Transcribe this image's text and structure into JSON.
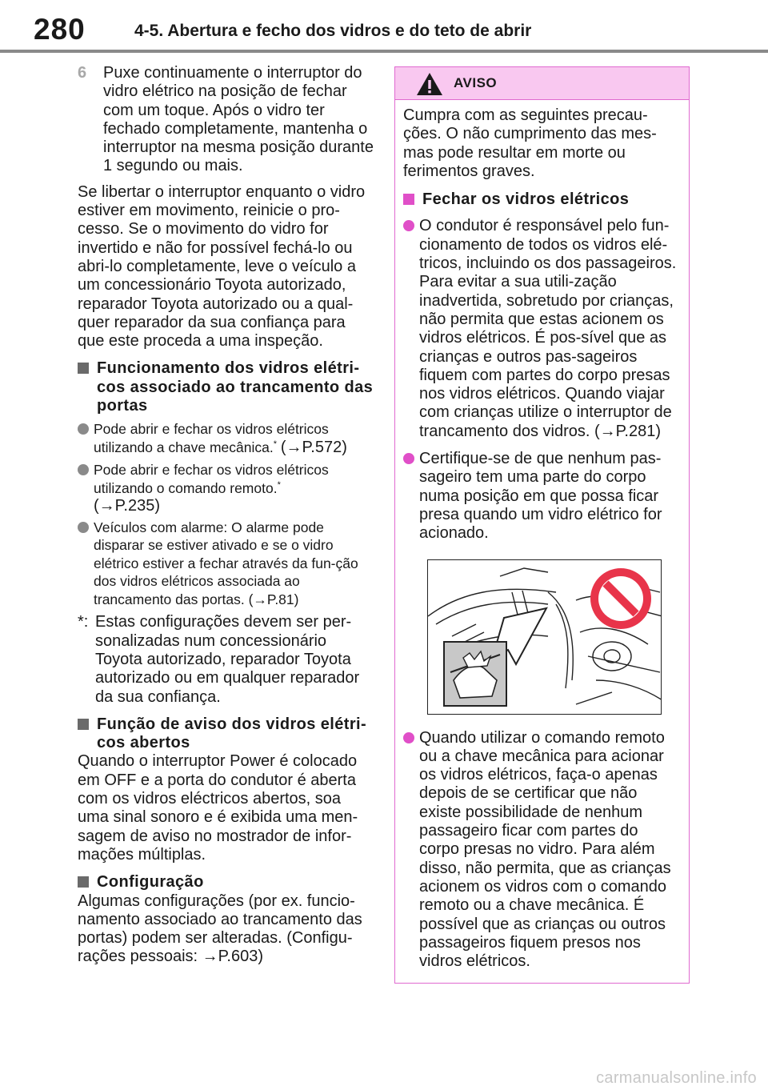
{
  "header": {
    "page_number": "280",
    "section_title": "4-5. Abertura e fecho dos vidros e do teto de abrir"
  },
  "left": {
    "step6": {
      "number": "6",
      "text": "Puxe continuamente o interruptor do vidro elétrico na posição de fechar com um toque. Após o vidro ter fechado completamente, mantenha o interruptor na mesma posição durante 1 segundo ou mais."
    },
    "para1": "Se libertar o interruptor enquanto o vidro estiver em movimento, reinicie o pro-cesso. Se o movimento do vidro for invertido e não for possível fechá-lo ou abri-lo completamente, leve o veículo a um concessionário Toyota autorizado, reparador Toyota autorizado ou a qual-quer reparador da sua confiança para que este proceda a uma inspeção.",
    "sec1": {
      "heading": "Funcionamento dos vidros elétri-cos associado ao trancamento das portas",
      "b1_text": "Pode abrir e fechar os vidros elétricos utilizando a chave mecânica.",
      "b1_ref": "(→P.572)",
      "b2_text": "Pode abrir e fechar os vidros elétricos utilizando o comando remoto.",
      "b2_ref": "(→P.235)",
      "b3_text": "Veículos com alarme: O alarme pode disparar se estiver ativado e se o vidro elétrico estiver a fechar através da fun-ção dos vidros elétricos associada ao trancamento das portas. (→P.81)",
      "footnote_mark": "*:",
      "footnote": "Estas configurações devem ser per-sonalizadas num concessionário Toyota autorizado, reparador Toyota autorizado ou em qualquer reparador da sua confiança."
    },
    "sec2": {
      "heading": "Função de aviso dos vidros elétri-cos abertos",
      "text": "Quando o interruptor Power é colocado em OFF e a porta do condutor é aberta com os vidros eléctricos abertos, soa uma sinal sonoro e é exibida uma men-sagem de aviso no mostrador de infor-mações múltiplas."
    },
    "sec3": {
      "heading": "Configuração",
      "text": "Algumas configurações (por ex. funcio-namento associado ao trancamento das portas) podem ser alteradas. (Configu-rações pessoais: →P.603)"
    }
  },
  "aviso": {
    "title": "AVISO",
    "intro": "Cumpra com as seguintes precau-ções. O não cumprimento das mes-mas pode resultar em morte ou ferimentos graves.",
    "heading": "Fechar os vidros elétricos",
    "b1": "O condutor é responsável pelo fun-cionamento de todos os vidros elé-tricos, incluindo os dos passageiros. Para evitar a sua utili-zação inadvertida, sobretudo por crianças, não permita que estas acionem os vidros elétricos. É pos-sível que as crianças e outros pas-sageiros fiquem com partes do corpo presas nos vidros elétricos. Quando viajar com crianças utilize o interruptor de trancamento dos vidros. (→P.281)",
    "b2": "Certifique-se de que nenhum pas-sageiro tem uma parte do corpo numa posição em que possa ficar presa quando um vidro elétrico for acionado.",
    "b3": "Quando utilizar o comando remoto ou a chave mecânica para acionar os vidros elétricos, faça-o apenas depois de se certificar que não existe possibilidade de nenhum passageiro ficar com partes do corpo presas no vidro. Para além disso, não permita, que as crianças acionem os vidros com o comando remoto ou a chave mecânica. É possível que as crianças ou outros passageiros fiquem presos nos vidros elétricos."
  },
  "footer": {
    "watermark": "carmanualsonline.info"
  },
  "colors": {
    "accent": "#e04fc8",
    "box_border": "#e06ad0",
    "box_header": "#f9c8f0",
    "prohibit_red": "#e8344a"
  },
  "icons": [
    "warning-triangle-icon",
    "prohibition-sign-icon"
  ]
}
